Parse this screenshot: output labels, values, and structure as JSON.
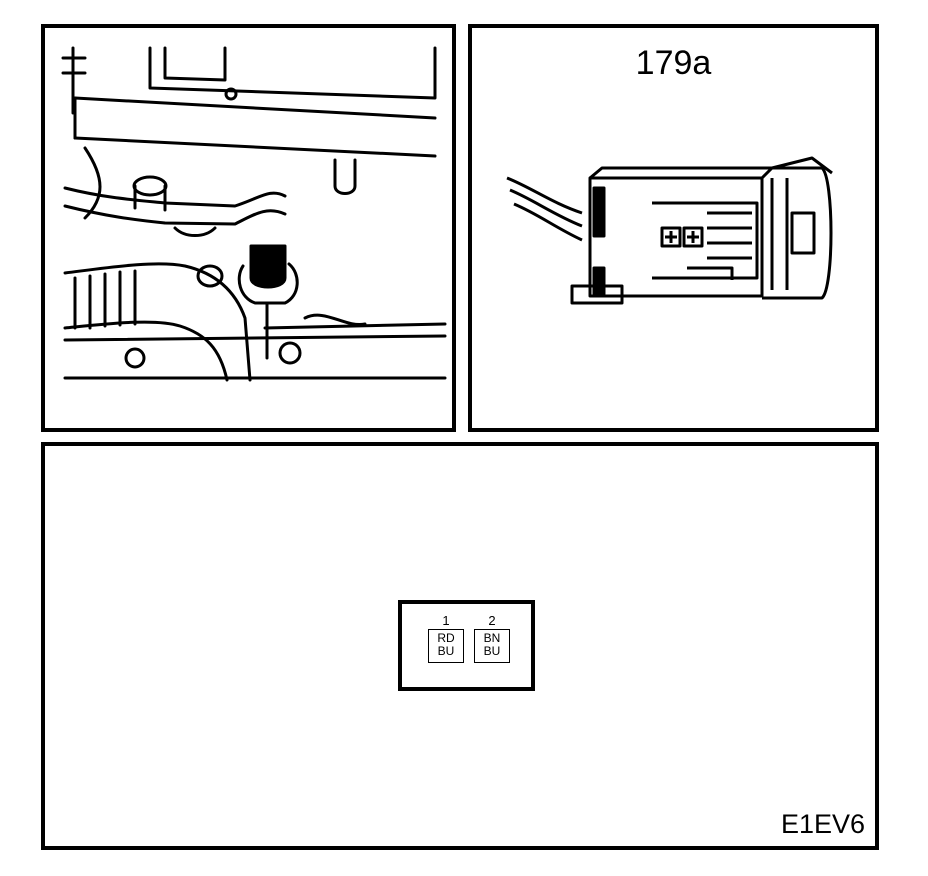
{
  "panels": {
    "connector": {
      "id_label": "179a"
    },
    "pinout": {
      "code": "E1EV6",
      "pins": [
        {
          "number": "1",
          "wire_line1": "RD",
          "wire_line2": "BU"
        },
        {
          "number": "2",
          "wire_line1": "BN",
          "wire_line2": "BU"
        }
      ]
    }
  }
}
